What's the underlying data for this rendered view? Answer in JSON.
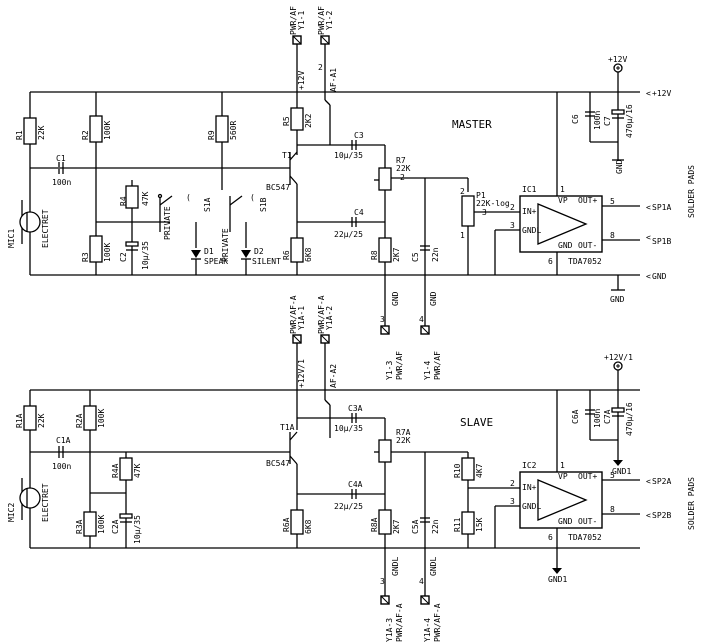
{
  "master": {
    "title": "MASTER",
    "connector_top": [
      {
        "pins": "PWR/AF",
        "ref": "Y1-1"
      },
      {
        "pins": "PWR/AF",
        "ref": "Y1-2"
      }
    ],
    "net_supply": "+12V",
    "net_af": "AF-A1",
    "power_label": "+12V",
    "gnd_label": "GND",
    "mic": {
      "ref": "MIC1",
      "type": "ELECTRET"
    },
    "resistors": [
      {
        "ref": "R1",
        "value": "22K"
      },
      {
        "ref": "R2",
        "value": "100K"
      },
      {
        "ref": "R3",
        "value": "100K"
      },
      {
        "ref": "R4",
        "value": "47K"
      },
      {
        "ref": "R5",
        "value": "2K2"
      },
      {
        "ref": "R6",
        "value": "6K8"
      },
      {
        "ref": "R8",
        "value": "2K7"
      },
      {
        "ref": "R9",
        "value": "560R"
      }
    ],
    "capacitors": [
      {
        "ref": "C1",
        "value": "100n"
      },
      {
        "ref": "C2",
        "value": "10µ/35"
      },
      {
        "ref": "C3",
        "value": "10µ/35"
      },
      {
        "ref": "C4",
        "value": "22µ/25"
      },
      {
        "ref": "C5",
        "value": "22n"
      },
      {
        "ref": "C6",
        "value": "100n"
      },
      {
        "ref": "C7",
        "value": "470µ/16"
      }
    ],
    "transistor": {
      "ref": "T1",
      "type": "BC547"
    },
    "trimmer": {
      "ref": "R7",
      "value": "22K"
    },
    "pot": {
      "ref": "P1",
      "value": "22K-log"
    },
    "switch_a": {
      "ref": "S1A",
      "mode": "PRIVATE"
    },
    "switch_b": {
      "ref": "S1B",
      "mode": "PRIVATE"
    },
    "leds": [
      {
        "ref": "D1",
        "label": "SPEAK"
      },
      {
        "ref": "D2",
        "label": "SILENT"
      }
    ],
    "ic": {
      "ref": "IC1",
      "type": "TDA7052",
      "pin_vp": "VP",
      "pin_in": "IN+",
      "pin_gndl": "GNDL",
      "pin_gnd": "GND",
      "pin_outp": "OUT+",
      "pin_outm": "OUT-"
    },
    "speakers": [
      "SP1A",
      "SP1B"
    ],
    "solder_note": "SOLDER PADS",
    "connector_bottom": [
      {
        "pins": "PWR/AF",
        "ref": "Y1-3"
      },
      {
        "pins": "PWR/AF",
        "ref": "Y1-4"
      }
    ],
    "pins": {
      "p1": "1",
      "p2": "2",
      "p3": "3",
      "p4": "4",
      "p5": "5",
      "p6": "6",
      "p8": "8"
    }
  },
  "slave": {
    "title": "SLAVE",
    "connector_top": [
      {
        "pins": "PWR/AF-A",
        "ref": "Y1A-1"
      },
      {
        "pins": "PWR/AF-A",
        "ref": "Y1A-2"
      }
    ],
    "net_supply": "+12V/1",
    "net_af": "AF-A2",
    "power_label": "+12V/1",
    "gnd_label": "GND1",
    "gnd_pin_label": "GNDL",
    "mic": {
      "ref": "MIC2",
      "type": "ELECTRET"
    },
    "resistors": [
      {
        "ref": "R1A",
        "value": "22K"
      },
      {
        "ref": "R2A",
        "value": "100K"
      },
      {
        "ref": "R3A",
        "value": "100K"
      },
      {
        "ref": "R4A",
        "value": "47K"
      },
      {
        "ref": "R6A",
        "value": "6K8"
      },
      {
        "ref": "R8A",
        "value": "2K7"
      },
      {
        "ref": "R10",
        "value": "4K7"
      },
      {
        "ref": "R11",
        "value": "15K"
      }
    ],
    "capacitors": [
      {
        "ref": "C1A",
        "value": "100n"
      },
      {
        "ref": "C2A",
        "value": "10µ/35"
      },
      {
        "ref": "C3A",
        "value": "10µ/35"
      },
      {
        "ref": "C4A",
        "value": "22µ/25"
      },
      {
        "ref": "C5A",
        "value": "22n"
      },
      {
        "ref": "C6A",
        "value": "100n"
      },
      {
        "ref": "C7A",
        "value": "470µ/16"
      }
    ],
    "transistor": {
      "ref": "T1A",
      "type": "BC547"
    },
    "trimmer": {
      "ref": "R7A",
      "value": "22K"
    },
    "ic": {
      "ref": "IC2",
      "type": "TDA7052",
      "pin_vp": "VP",
      "pin_in": "IN+",
      "pin_gndl": "GNDL",
      "pin_gnd": "GND",
      "pin_outp": "OUT+",
      "pin_outm": "OUT-"
    },
    "speakers": [
      "SP2A",
      "SP2B"
    ],
    "solder_note": "SOLDER PADS",
    "connector_bottom": [
      {
        "pins": "PWR/AF-A",
        "ref": "Y1A-3"
      },
      {
        "pins": "PWR/AF-A",
        "ref": "Y1A-4"
      }
    ]
  }
}
